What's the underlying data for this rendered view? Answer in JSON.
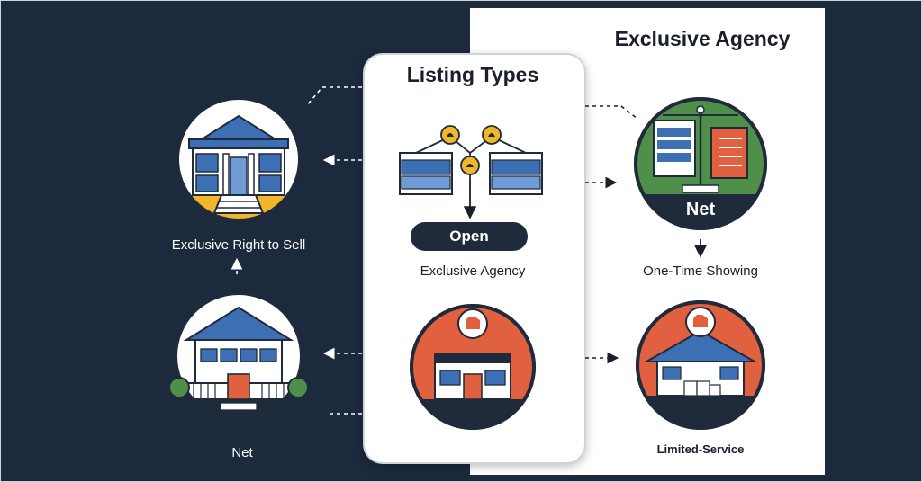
{
  "diagram": {
    "panel_title": "Exclusive Agency",
    "center_title": "Listing Types",
    "open_pill": "Open",
    "center_label": "Exclusive Agency",
    "left_top_label": "Exclusive Right to Sell",
    "left_bottom_label": "Net",
    "right_top_badge": "Net",
    "right_middle_label": "One-Time Showing",
    "right_bottom_label": "Limited-Service"
  },
  "colors": {
    "background": "#1c2a3d",
    "panel": "#ffffff",
    "navy": "#1f2a3a",
    "blue": "#3d6fb5",
    "orange": "#e1603f",
    "green": "#4f8f4a",
    "yellow": "#f2b62b"
  }
}
